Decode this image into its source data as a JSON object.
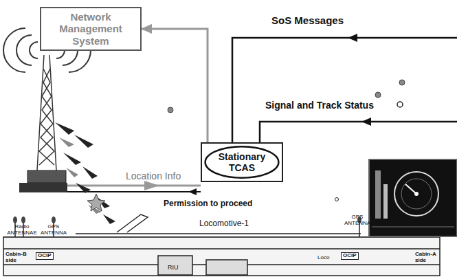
{
  "diagram": {
    "nodes": [
      {
        "text": [
          "Network Management System"
        ]
      },
      {
        "text": [
          "Stationary TCAS"
        ]
      }
    ],
    "edges": [
      {
        "from": 1,
        "to": 0,
        "arrow": "to"
      }
    ],
    "labels": [
      "SoS Messages",
      "Signal and Track Status",
      "Location Info",
      "Permission to proceed",
      "Radio ANTENNAE",
      "GPS ANTENNA",
      "Locomotive-1",
      "GPS ANTENNA",
      "Cabin-B side",
      "OCIP",
      "RIU",
      "Loco",
      "OCIP",
      "Cabin-A side"
    ]
  }
}
